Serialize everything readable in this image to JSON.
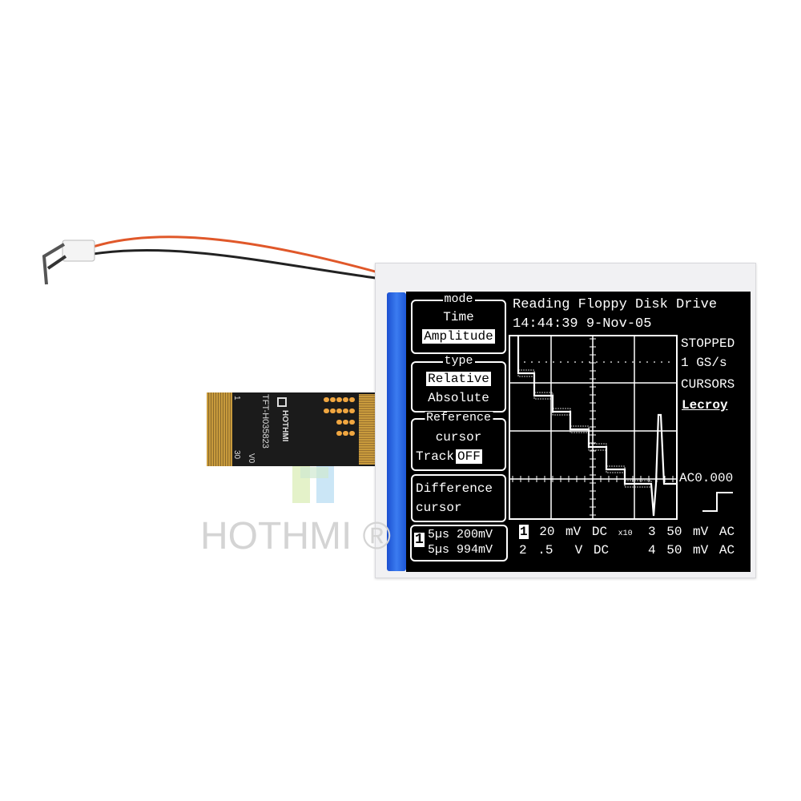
{
  "product": {
    "fpc_label": "TFT-H035823",
    "fpc_revision": "V0",
    "fpc_brand": "HOTHMI",
    "pin_first": "1",
    "pin_last": "30",
    "watermark": "HOTHMI ®"
  },
  "scope": {
    "mode": {
      "title": "mode",
      "options": [
        "Time",
        "Amplitude"
      ],
      "selected": "Amplitude"
    },
    "type": {
      "title": "type",
      "options": [
        "Relative",
        "Absolute"
      ],
      "selected": "Relative"
    },
    "reference": {
      "title": "Reference",
      "line1": "cursor",
      "track_label": "Track",
      "track_value": "OFF"
    },
    "difference": {
      "line1": "Difference",
      "line2": "cursor"
    },
    "readout": {
      "channel": "1",
      "row1_time": "5µs",
      "row1_value": "200mV",
      "row2_time": "5µs",
      "row2_value": "994mV"
    },
    "header": {
      "title": "Reading Floppy Disk Drive",
      "timestamp": "14:44:39 9-Nov-05"
    },
    "status": {
      "state": "STOPPED",
      "rate": "1 GS/s",
      "mode": "CURSORS",
      "brand": "Lecroy",
      "coupling": "AC",
      "level": "0.000"
    },
    "channels": [
      {
        "num": "1",
        "scale": "20",
        "unit": "mV",
        "coupling": "DC",
        "probe": "x10"
      },
      {
        "num": "2",
        "scale": ".5",
        "unit": "V",
        "coupling": "DC"
      },
      {
        "num": "3",
        "scale": "50",
        "unit": "mV",
        "coupling": "AC"
      },
      {
        "num": "4",
        "scale": "50",
        "unit": "mV",
        "coupling": "AC"
      }
    ]
  },
  "colors": {
    "screen_bg": "#000000",
    "screen_fg": "#ffffff",
    "backlight": "#2f6fe8",
    "cable_red": "#e0582a"
  }
}
